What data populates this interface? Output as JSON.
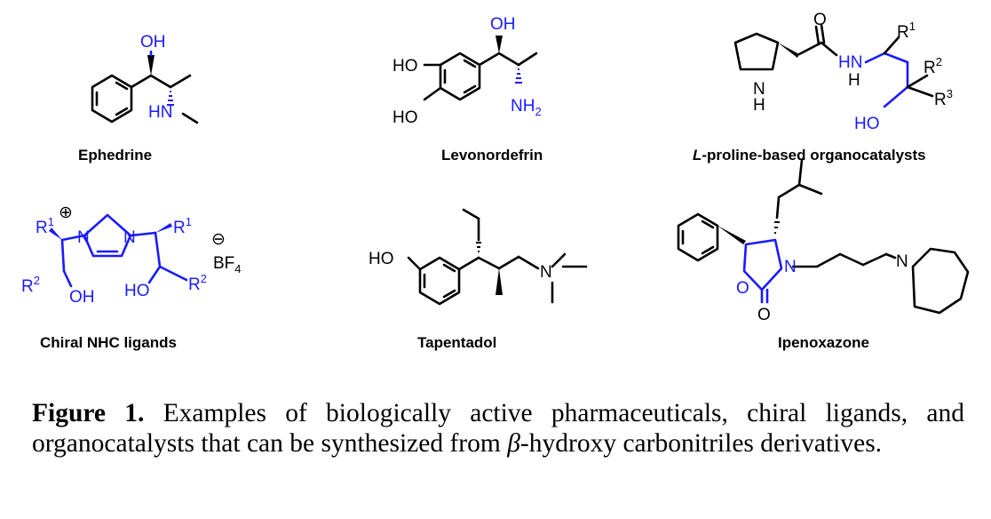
{
  "figure": {
    "compounds": [
      {
        "name": "Ephedrine"
      },
      {
        "name": "Levonordefrin"
      },
      {
        "name_italic": "L",
        "name_rest": "-proline-based organocatalysts"
      },
      {
        "name": "Chiral NHC ligands"
      },
      {
        "name": "Tapentadol"
      },
      {
        "name": "Ipenoxazone"
      }
    ],
    "atoms": {
      "oh": "OH",
      "ho": "HO",
      "hn": "HN",
      "nh": "NH",
      "n": "N",
      "h": "H",
      "o": "O",
      "r": "R",
      "bf": "BF",
      "plus": "⊕",
      "minus": "⊖",
      "sup1": "1",
      "sup2": "2",
      "sup3": "3",
      "sub2": "2",
      "sub4": "4"
    }
  },
  "caption": {
    "label": "Figure 1.",
    "text_a": " Examples of biologically active pharmaceuticals, chiral ligands, and organocatalysts that can be synthesized from ",
    "beta": "β",
    "text_b": "-hydroxy carbonitriles derivatives."
  }
}
